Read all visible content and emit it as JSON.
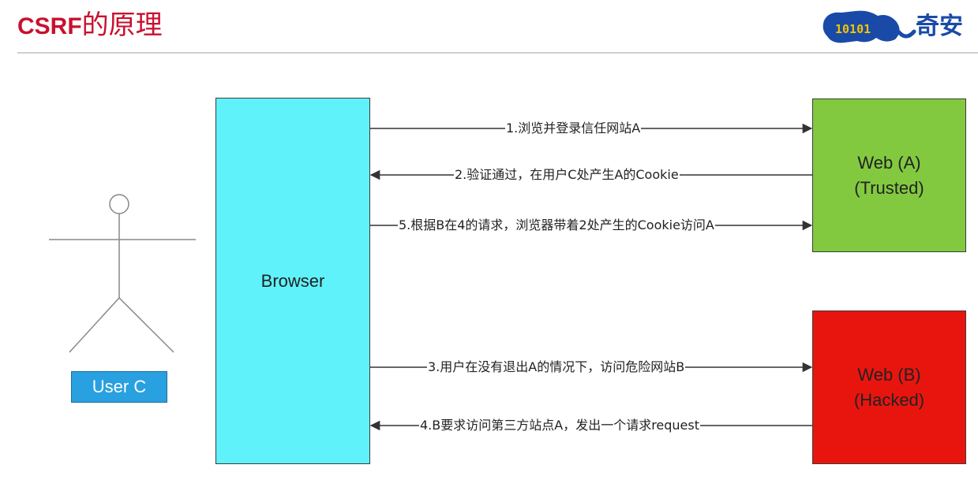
{
  "header": {
    "title_en": "CSRF",
    "title_zh": "的原理",
    "logo_text": "奇安",
    "logo_mark": "10101"
  },
  "nodes": {
    "browser": "Browser",
    "web_a_line1": "Web (A)",
    "web_a_line2": "(Trusted)",
    "web_b_line1": "Web (B)",
    "web_b_line2": "(Hacked)",
    "user": "User C"
  },
  "messages": [
    {
      "text": "1.浏览并登录信任网站A",
      "direction": "right"
    },
    {
      "text": "2.验证通过，在用户C处产生A的Cookie",
      "direction": "left"
    },
    {
      "text": "5.根据B在4的请求，浏览器带着2处产生的Cookie访问A",
      "direction": "right"
    },
    {
      "text": "3.用户在没有退出A的情况下，访问危险网站B",
      "direction": "right"
    },
    {
      "text": "4.B要求访问第三方站点A，发出一个请求request",
      "direction": "left"
    }
  ],
  "colors": {
    "title": "#c8102e",
    "browser": "#5ff2fb",
    "web_a": "#82c940",
    "web_b": "#e8150f",
    "user": "#29a0e0",
    "logo": "#1a4aa8"
  }
}
